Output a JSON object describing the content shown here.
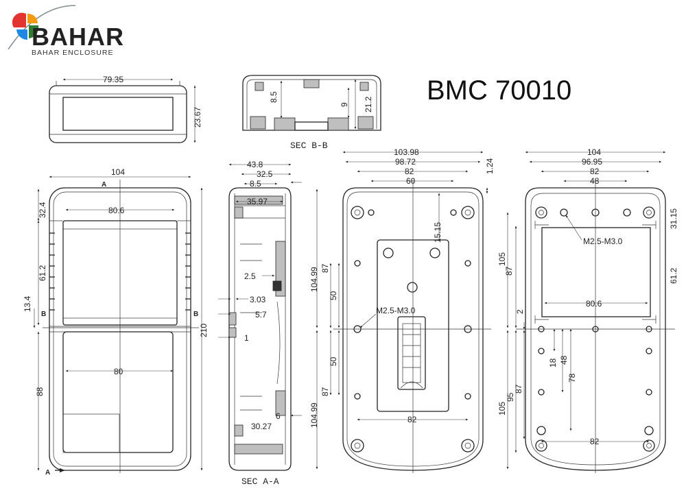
{
  "logo": {
    "brand": "BAHAR",
    "tagline": "BAHAR ENCLOSURE",
    "colors": [
      "#e3342f",
      "#f39c12",
      "#1e88e5",
      "#2e7d32",
      "#7f8c8d"
    ]
  },
  "title": "BMC 70010",
  "sections": {
    "sec_bb": "SEC B-B",
    "sec_aa": "SEC A-A"
  },
  "markers": {
    "a": "A",
    "b": "B"
  },
  "dimensions": {
    "top_width": "79.35",
    "top_height": "23.67",
    "secbb_left": "8.5",
    "secbb_mid": "9",
    "secbb_right": "21.2",
    "front_width": "104",
    "front_window": "80.6",
    "front_top": "32.4",
    "front_win_h": "61.2",
    "front_b": "13.4",
    "front_lower": "88",
    "front_label": "80",
    "front_height": "210",
    "side_total": "43.8",
    "side_a": "32.5",
    "side_b": "8.5",
    "side_c": "35.97",
    "side_d": "2.5",
    "side_e": "3.03",
    "side_f": "5.7",
    "side_g": "1",
    "side_h": "6",
    "side_i": "30.27",
    "back_w1": "103.98",
    "back_w2": "98.72",
    "back_w3": "82",
    "back_w4": "60",
    "back_edge": "1.24",
    "back_hole": "15.15",
    "back_h_top": "104.99",
    "back_h_bot": "104.99",
    "back_87a": "87",
    "back_50a": "50",
    "back_50b": "50",
    "back_87b": "87",
    "back_bottom": "82",
    "back_screw": "M2.5-M3.0",
    "int_w1": "104",
    "int_w2": "96.95",
    "int_w3": "82",
    "int_w4": "48",
    "int_edge": "31.15",
    "int_screw": "M2.5-M3.0",
    "int_window": "80.6",
    "int_win_h": "61.2",
    "int_105a": "105",
    "int_87a": "87",
    "int_2": "2",
    "int_18": "18",
    "int_48": "48",
    "int_78": "78",
    "int_105b": "105",
    "int_95": "95",
    "int_87b": "87",
    "int_bottom": "82"
  }
}
